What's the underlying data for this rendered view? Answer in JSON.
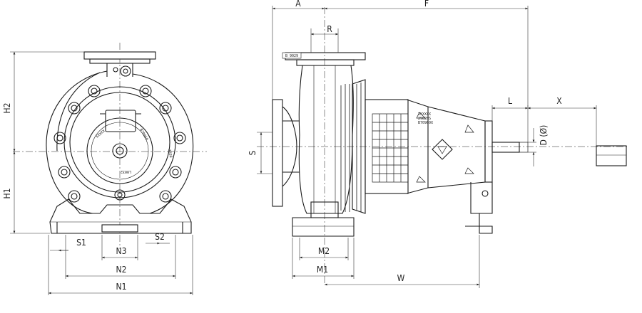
{
  "dimensions": {
    "A": "A",
    "F": "F",
    "R": "R",
    "H2": "H2",
    "H1": "H1",
    "S": "S",
    "L": "L",
    "X": "X",
    "D": "D (Ø)",
    "S1": "S1",
    "S2": "S2",
    "N3": "N3",
    "N2": "N2",
    "N1": "N1",
    "M2": "M2",
    "M1": "M1",
    "W": "W"
  },
  "markings": {
    "front_1": "XXXXX",
    "front_2": "B70960",
    "front_3": "2030",
    "front_4": "L0032",
    "side_tag": "B 9029",
    "plate_1": "XXXXXX",
    "plate_2": "2982HS",
    "plate_3": "B70960X"
  },
  "colors": {
    "line": "#1a1a1a",
    "dim": "#333333"
  }
}
